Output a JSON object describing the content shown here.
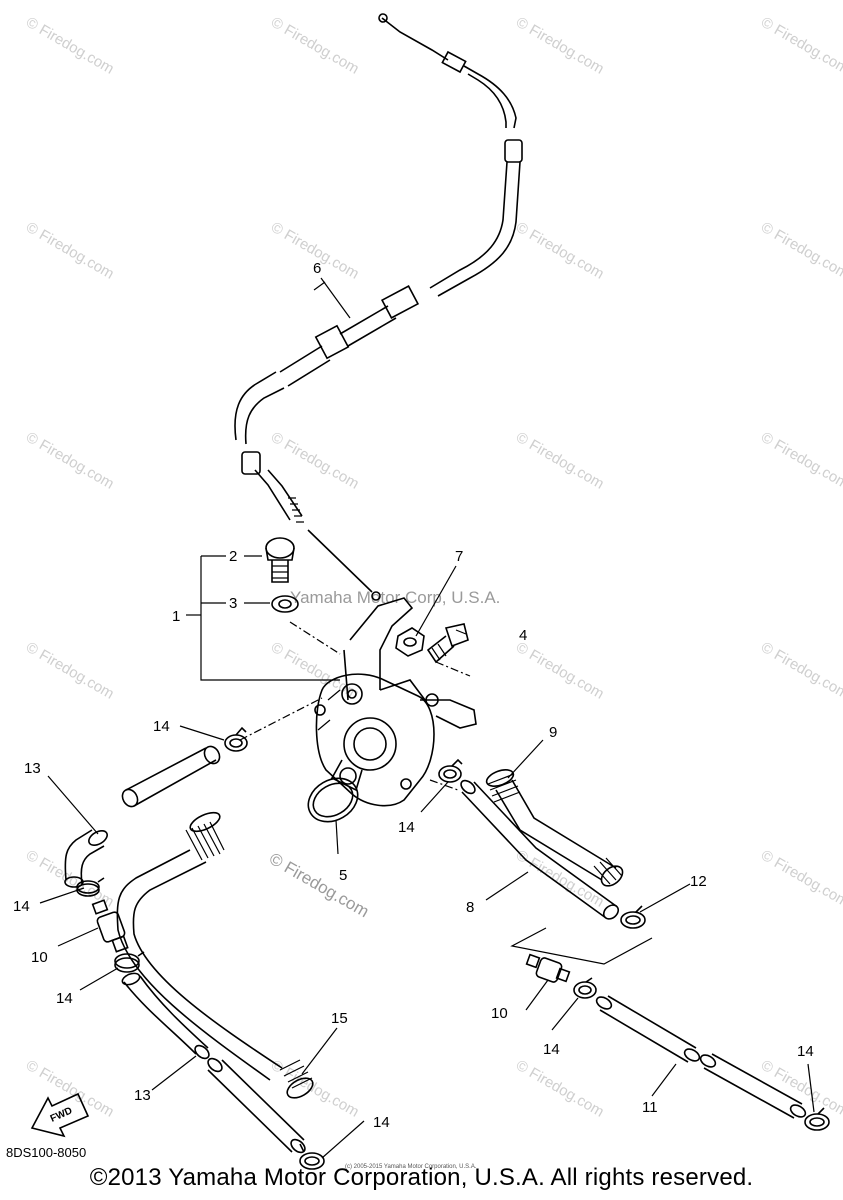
{
  "watermark": {
    "text": "© Firedog.com",
    "center_text": "© Firedog.com",
    "brand_text": "Yamaha Motor Corp, U.S.A."
  },
  "callouts": {
    "n1": "1",
    "n2": "2",
    "n3": "3",
    "n4": "4",
    "n5": "5",
    "n6": "6",
    "n7": "7",
    "n8": "8",
    "n9": "9",
    "n10a": "10",
    "n10b": "10",
    "n11": "11",
    "n12": "12",
    "n13a": "13",
    "n13b": "13",
    "n14a": "14",
    "n14b": "14",
    "n14c": "14",
    "n14d": "14",
    "n14e": "14",
    "n14f": "14",
    "n14g": "14",
    "n15": "15"
  },
  "fwd_label": "FWD",
  "diagram_code": "8DS100-8050",
  "fine_print": "(c) 2005-2015 Yamaha Motor Corporation, U.S.A.",
  "copyright": "©2013 Yamaha Motor Corporation, U.S.A. All rights reserved."
}
